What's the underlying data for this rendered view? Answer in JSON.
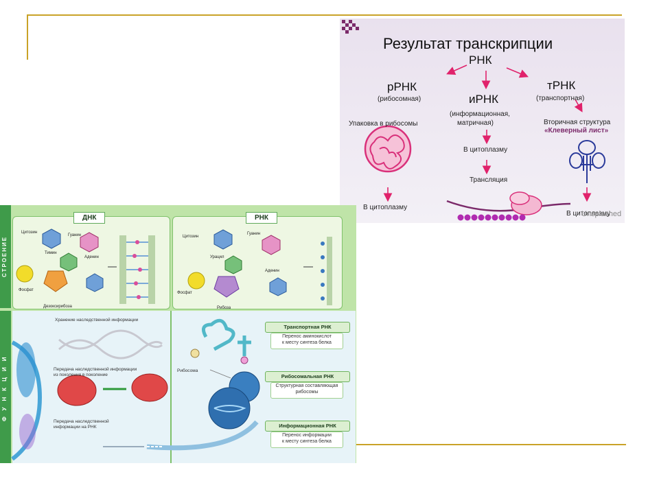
{
  "transcription": {
    "title": "Результат транскрипции",
    "root": "РНК",
    "rrna": {
      "name": "рРНК",
      "sub": "(рибосомная)",
      "step1": "Упаковка в рибосомы",
      "step2": "В цитоплазму"
    },
    "irna": {
      "name": "иРНК",
      "sub1": "(информационная,",
      "sub2": "матричная)",
      "step1": "В цитоплазму",
      "step2": "Трансляция"
    },
    "trna": {
      "name": "тРНК",
      "sub": "(транспортная)",
      "step1": "Вторичная структура",
      "step2": "«Клеверный лист»",
      "step3": "В цитоплазму"
    },
    "watermark": "Unsplashed",
    "colors": {
      "arrow": "#e0226b",
      "accent": "#7b2a6a",
      "ribosome": "#d9307a"
    }
  },
  "textbook": {
    "side_top": "СТРОЕНИЕ",
    "side_bottom": "ФУНКЦИИ",
    "dna": {
      "header": "ДНК",
      "labels": [
        "Цитозин",
        "Гуанин",
        "Тимин",
        "Аденин",
        "Фосфат",
        "Дезоксирибоза"
      ]
    },
    "rna": {
      "header": "РНК",
      "labels": [
        "Цитозин",
        "Гуанин",
        "Урацил",
        "Аденин",
        "Фосфат",
        "Рибоза"
      ]
    },
    "dna_functions": [
      "Хранение наследственной информации",
      "Передача наследственной информации\nиз поколения в поколение",
      "Передача наследственной\nинформации на РНК"
    ],
    "ribosome_label": "Рибосома",
    "rna_types": [
      {
        "name": "Транспортная РНК",
        "desc": "Перенос аминокислот\nк месту синтеза белка"
      },
      {
        "name": "Рибосомальная РНК",
        "desc": "Структурная составляющая\nрибосомы"
      },
      {
        "name": "Информационная РНК",
        "desc": "Перенос информации\nк месту синтеза белка"
      }
    ]
  },
  "colors": {
    "frame": "#c9a227",
    "textbook_bg": "#bfe4a8",
    "side": "#3f9b4a"
  }
}
